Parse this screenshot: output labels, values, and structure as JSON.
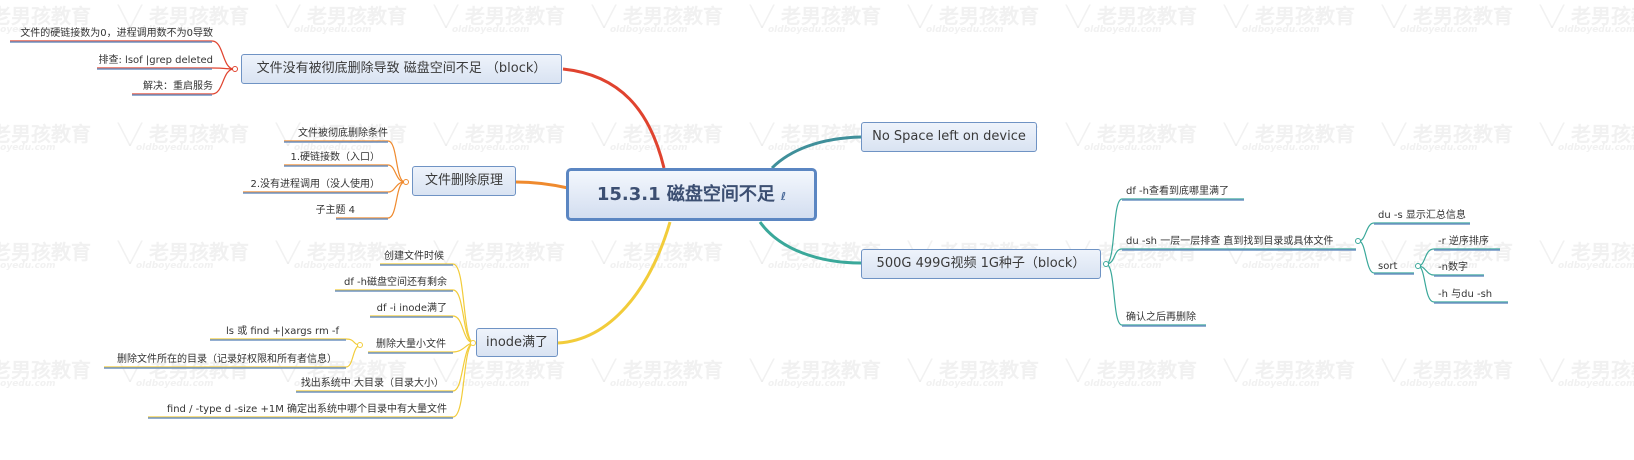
{
  "central": {
    "label": "15.3.1 磁盘空间不足",
    "marker": "ℓ"
  },
  "branches": {
    "block": {
      "label": "文件没有被彻底删除导致 磁盘空间不足 （block）",
      "leaves": [
        "文件的硬链接数为0，进程调用数不为0导致",
        "排查: lsof |grep deleted",
        "解决：重启服务"
      ]
    },
    "principle": {
      "label": "文件删除原理",
      "leaves": [
        "文件被彻底删除条件",
        "1.硬链接数（入口）",
        "2.没有进程调用（没人使用）",
        "子主题 4"
      ]
    },
    "inode": {
      "label": "inode满了",
      "leaves": [
        "创建文件时候",
        "df -h磁盘空间还有剩余",
        "df -i  inode满了",
        "删除大量小文件",
        "找出系统中 大目录（目录大小）",
        "find / -type d -size +1M  确定出系统中哪个目录中有大量文件"
      ],
      "sub_leaves": [
        "ls 或 find +|xargs rm -f",
        "删除文件所在的目录（记录好权限和所有者信息）"
      ]
    },
    "no_space": {
      "label": "No Space left on device"
    },
    "video": {
      "label": "500G 499G视频  1G种子（block）",
      "leaves": [
        "df -h查看到底哪里满了",
        "du -sh 一层一层排查  直到找到目录或具体文件",
        "确认之后再删除"
      ],
      "du_children": [
        "du -s 显示汇总信息",
        "sort"
      ],
      "sort_children": [
        "-r 逆序排序",
        "-n数字",
        "-h 与du -sh"
      ]
    }
  },
  "watermark": {
    "cn": "老男孩教育",
    "en": "oldboyedu.com"
  },
  "colors": {
    "red": "#e0432f",
    "orange": "#ef8a2e",
    "yellow": "#f2cc3a",
    "teal": "#3f8f9a",
    "green": "#3aa89a",
    "node_border": "#6f93c4"
  }
}
